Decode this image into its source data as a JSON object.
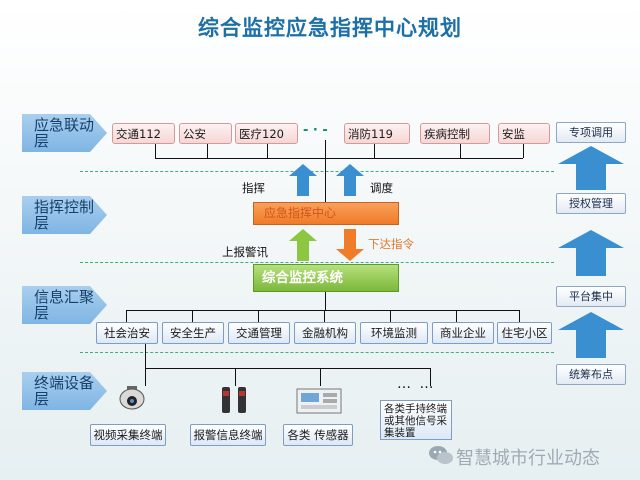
{
  "title": "综合监控应急指挥中心规划",
  "layers": [
    "应急联动层",
    "指挥控制层",
    "信息汇聚层",
    "终端设备层"
  ],
  "agencies": [
    "交通112",
    "公安",
    "医疗120",
    "消防119",
    "疾病控制",
    "安监"
  ],
  "connector_mark": "- · -",
  "labels": {
    "command": "指挥",
    "dispatch": "调度",
    "report": "上报警讯",
    "issue": "下达指令"
  },
  "command_center": "应急指挥中心",
  "monitor_system": "综合监控系统",
  "sectors": [
    "社会治安",
    "安全生产",
    "交通管理",
    "金融机构",
    "环境监测",
    "商业企业",
    "住宅小区"
  ],
  "terminals": [
    "视频采集终端",
    "报警信息终端",
    "各类 传感器"
  ],
  "ellipsis": "…  …",
  "terminal_note": "各类手持终端或其他信号采集装置",
  "side_steps": [
    "专项调用",
    "授权管理",
    "平台集中",
    "统筹布点"
  ],
  "watermark": "智慧城市行业动态",
  "colors": {
    "accent_blue": "#1c6fa7",
    "orange": "#f07c2a",
    "green": "#8dc640",
    "arrow_blue": "#3a8fd0"
  }
}
